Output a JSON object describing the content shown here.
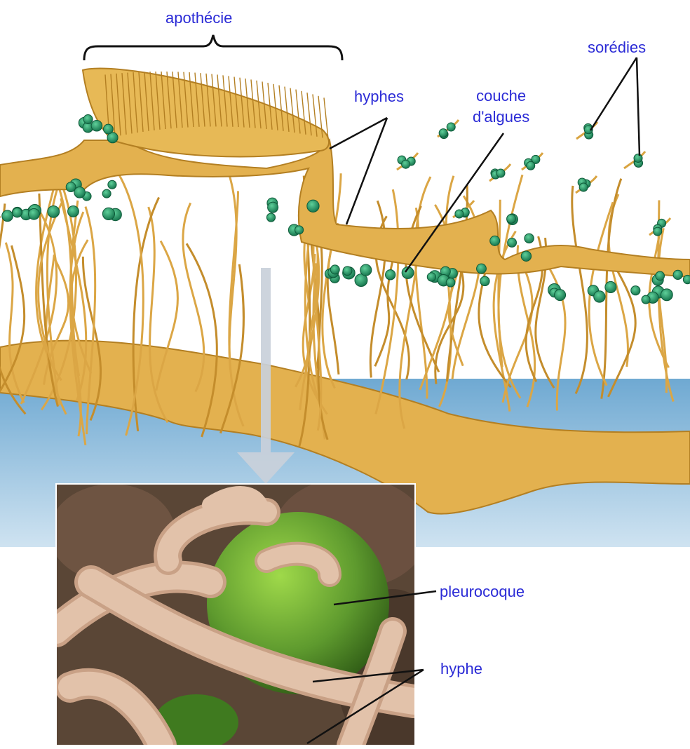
{
  "labels": {
    "apothecie": "apothécie",
    "soredies": "sorédies",
    "hyphes": "hyphes",
    "couche_line1": "couche",
    "couche_line2": "d'algues",
    "pleurocoque": "pleurocoque",
    "hyphe": "hyphe"
  },
  "colors": {
    "label_text": "#2b2bd6",
    "hypha": "#d9a441",
    "hypha_dark": "#b37f22",
    "algae": "#1f8f5a",
    "substrate": "#7fb7d9",
    "micro_background": "#5a4636",
    "micro_hypha": "#d8b69c",
    "micro_algae": "#5e9a2e",
    "arrow": "#c9d0da"
  }
}
